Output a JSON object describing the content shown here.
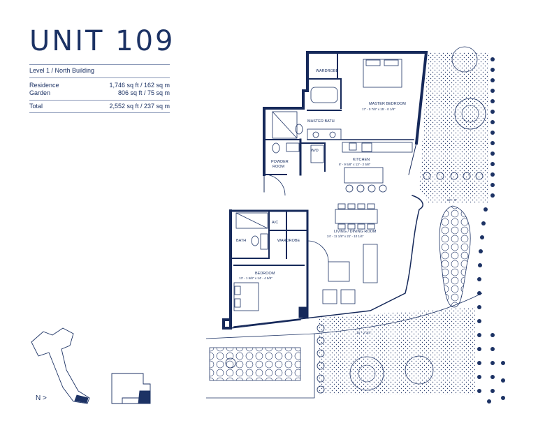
{
  "header": {
    "title": "UNIT 109"
  },
  "info": {
    "level": "Level 1 / North Building",
    "residence_label": "Residence",
    "residence_value": "1,746 sq ft / 162 sq m",
    "garden_label": "Garden",
    "garden_value": "806 sq ft / 75 sq m",
    "total_label": "Total",
    "total_value": "2,552 sq ft / 237 sq m"
  },
  "rooms": {
    "wardrobe_top": "WARDROBE",
    "master_bedroom": "MASTER BEDROOM",
    "master_bedroom_dim": "17' - 0 7/8\" x 15' - 0 1/8\"",
    "master_bath": "MASTER BATH",
    "powder_room": "POWDER",
    "powder_room_2": "ROOM",
    "wd": "W/D",
    "kitchen": "KITCHEN",
    "kitchen_dim": "8' - 9 5/8\" x 13' - 2 5/8\"",
    "ac": "A/C",
    "bath": "BATH",
    "wardrobe_mid": "WARDROBE",
    "living": "LIVING / DINING ROOM",
    "living_dim": "24' - 11 1/8\" x 21' - 10 1/4\"",
    "bedroom": "BEDROOM",
    "bedroom_dim": "13' - 1 5/8\" x 14' - 4 5/8\"",
    "garden_dim_1": "12' - 6\"",
    "garden_dim_2": "15' - 2 3/4\""
  },
  "keyplan": {
    "north": "N >"
  },
  "colors": {
    "ink": "#1c3264",
    "wall": "#16295a"
  }
}
